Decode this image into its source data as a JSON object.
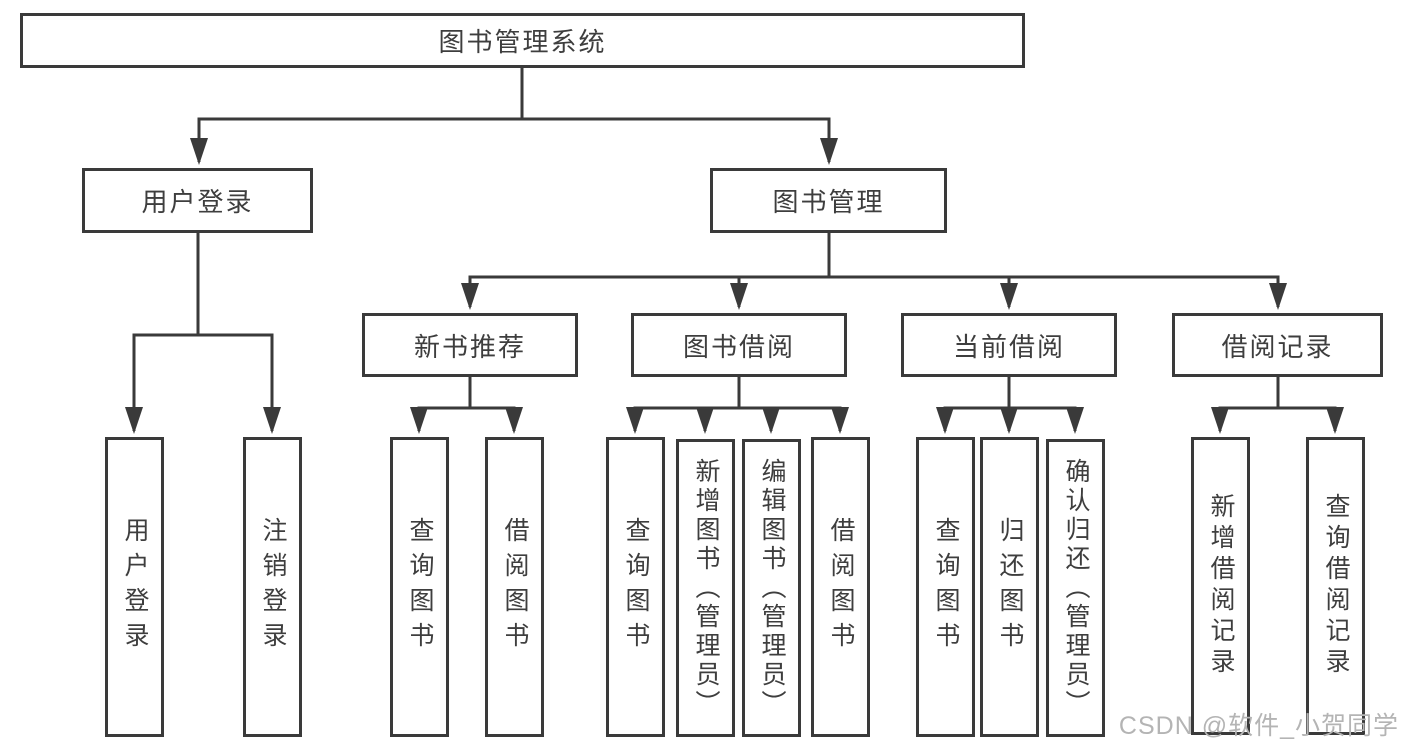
{
  "diagram": {
    "tree": {
      "label": "图书管理系统",
      "children": [
        {
          "label": "用户登录",
          "children": [
            {
              "label": "用户登录"
            },
            {
              "label": "注销登录"
            }
          ]
        },
        {
          "label": "图书管理",
          "children": [
            {
              "label": "新书推荐",
              "children": [
                {
                  "label": "查询图书"
                },
                {
                  "label": "借阅图书"
                }
              ]
            },
            {
              "label": "图书借阅",
              "children": [
                {
                  "label": "查询图书"
                },
                {
                  "label": "新增图书（管理员）"
                },
                {
                  "label": "编辑图书（管理员）"
                },
                {
                  "label": "借阅图书"
                }
              ]
            },
            {
              "label": "当前借阅",
              "children": [
                {
                  "label": "查询图书"
                },
                {
                  "label": "归还图书"
                },
                {
                  "label": "确认归还（管理员）"
                }
              ]
            },
            {
              "label": "借阅记录",
              "children": [
                {
                  "label": "新增借阅记录"
                },
                {
                  "label": "查询借阅记录"
                }
              ]
            }
          ]
        }
      ]
    },
    "watermark": "CSDN @软件_小贺同学",
    "colors": {
      "line": "#3a3a3a",
      "text": "#3e3e3e",
      "watermark": "#b4b4b4",
      "background": "#ffffff"
    }
  }
}
